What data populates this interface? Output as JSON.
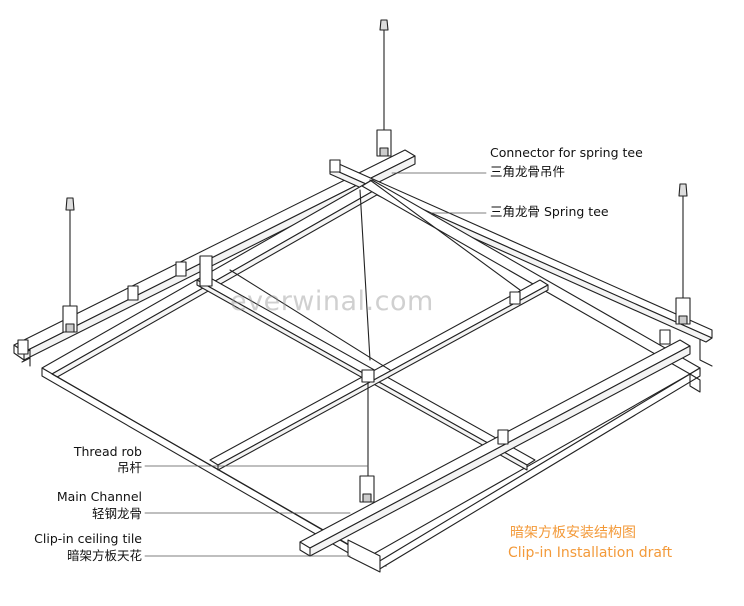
{
  "watermark": "everwinal.com",
  "labels": {
    "connector_en": "Connector for spring tee",
    "connector_cn": "三角龙骨吊件",
    "spring_tee_cn": "三角龙骨",
    "spring_tee_en": "Spring tee",
    "thread_rod_en": "Thread rob",
    "thread_rod_cn": "吊杆",
    "main_channel_en": "Main Channel",
    "main_channel_cn": "轻钢龙骨",
    "clip_tile_en": "Clip-in ceiling tile",
    "clip_tile_cn": "暗架方板天花"
  },
  "caption": {
    "cn": "暗架方板安装结构图",
    "en": "Clip-in Installation draft",
    "color": "#f39a3a"
  },
  "colors": {
    "line": "#222222",
    "leader": "#555555",
    "text": "#111111"
  }
}
